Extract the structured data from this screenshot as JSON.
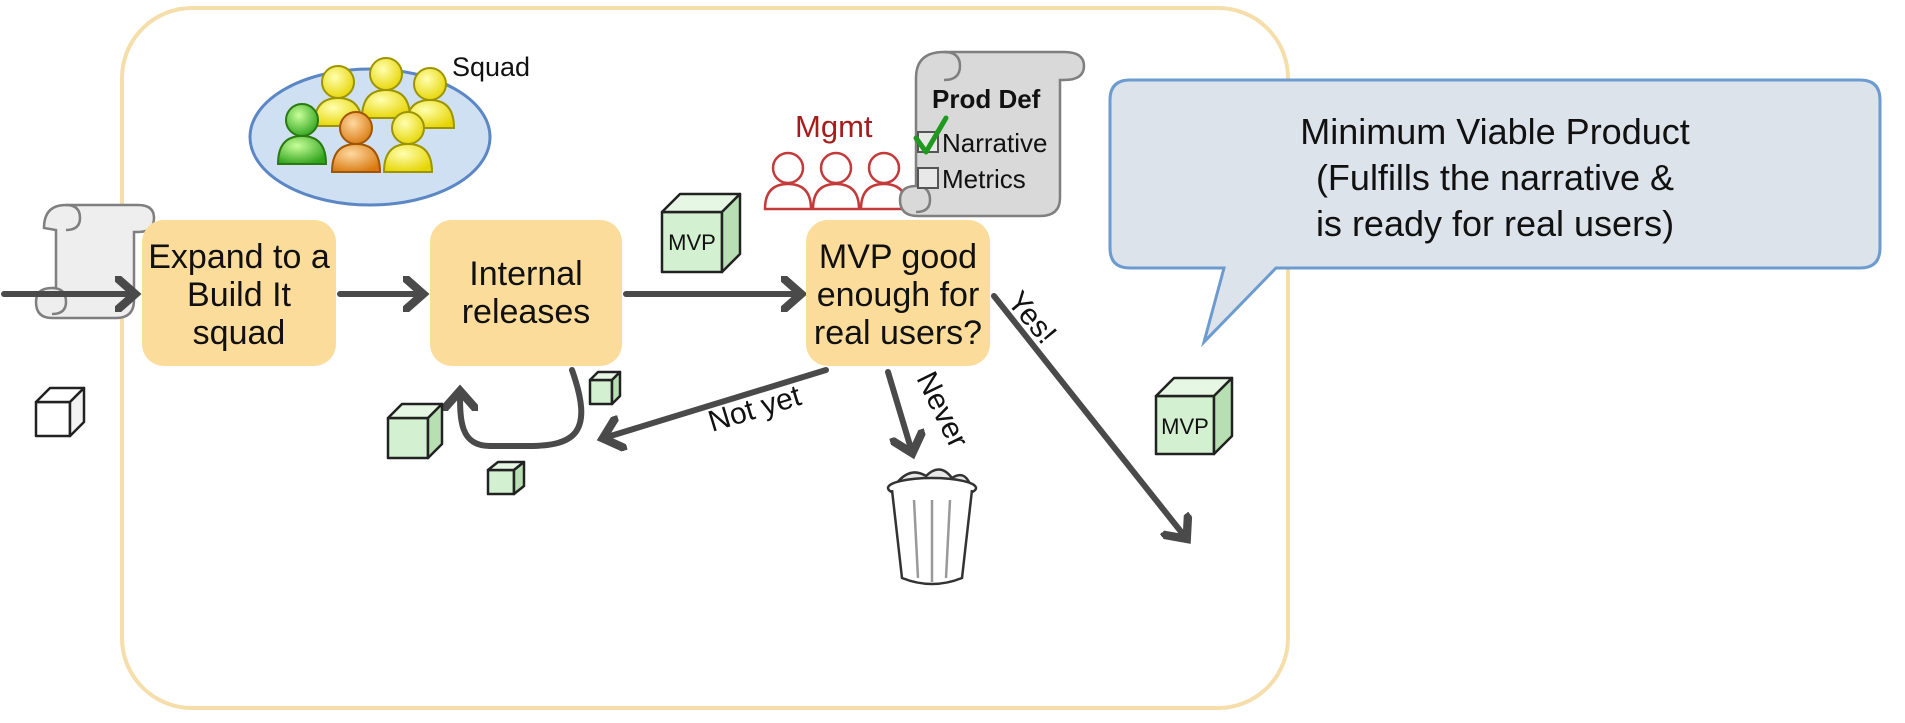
{
  "squad": {
    "label": "Squad"
  },
  "mgmt": {
    "label": "Mgmt"
  },
  "prod_def": {
    "title": "Prod Def",
    "items": [
      {
        "label": "Narrative",
        "checked": true
      },
      {
        "label": "Metrics",
        "checked": false
      }
    ]
  },
  "stages": [
    {
      "lines": [
        "Expand to a",
        "Build It",
        "squad"
      ]
    },
    {
      "lines": [
        "Internal",
        "releases"
      ]
    },
    {
      "lines": [
        "MVP good",
        "enough for",
        "real users?"
      ]
    }
  ],
  "edges": {
    "not_yet": "Not yet",
    "never": "Never",
    "yes": "Yes!"
  },
  "mvp_box_label": "MVP",
  "callout": {
    "lines": [
      "Minimum Viable Product",
      "(Fulfills the narrative &",
      "is ready for real users)"
    ]
  },
  "colors": {
    "stage_fill": "#fbdc9b",
    "frame_stroke": "#f5deaa",
    "arrow": "#4a4a4a",
    "cube_fill": "#d3f0d0",
    "mgmt_red": "#a61c1c",
    "callout_fill": "#dce3ea",
    "callout_stroke": "#6c9bd0",
    "ellipse_fill": "#cfe0f3",
    "check": "#1f9a1f"
  }
}
